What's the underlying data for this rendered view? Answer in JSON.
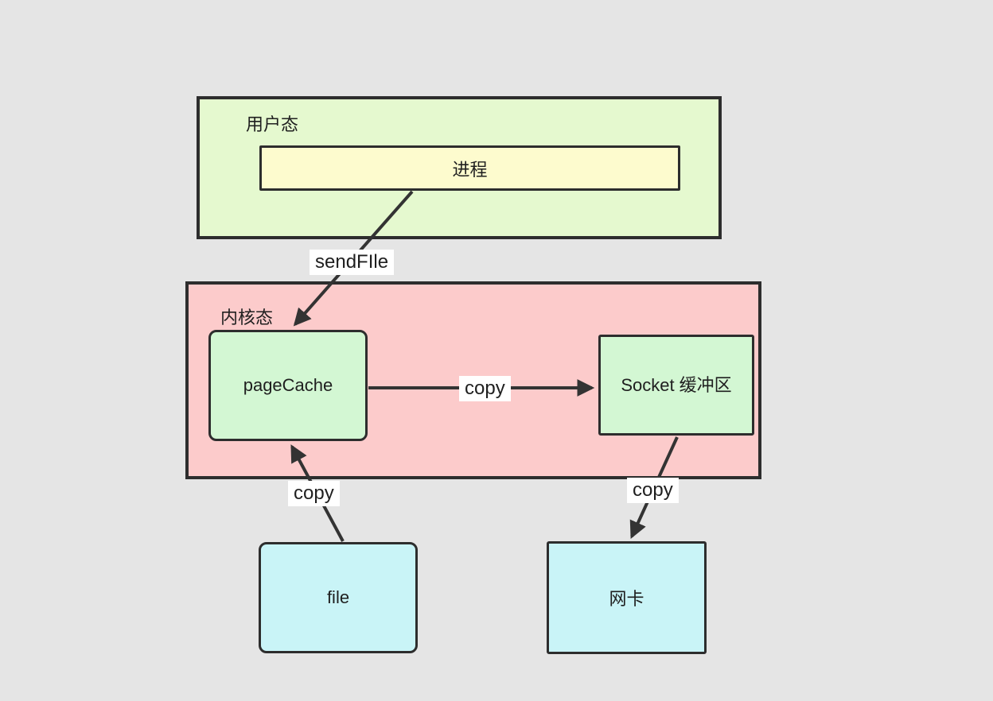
{
  "diagram": {
    "title_concept": "sendFile kernel copy flow",
    "colors": {
      "background": "#e5e5e5",
      "border": "#2d2d2d",
      "arrow": "#333333",
      "user_zone_fill": "#e5f9cf",
      "process_fill": "#fdfbce",
      "kernel_zone_fill": "#fccbcb",
      "cache_fill": "#d3f7d3",
      "device_fill": "#c9f4f7",
      "edge_label_bg": "#ffffff",
      "text": "#1f1f1f"
    },
    "zones": {
      "user": {
        "label": "用户态"
      },
      "kernel": {
        "label": "内核态"
      }
    },
    "nodes": {
      "process": {
        "label": "进程"
      },
      "page_cache": {
        "label": "pageCache"
      },
      "socket_buffer": {
        "label": "Socket 缓冲区"
      },
      "file": {
        "label": "file"
      },
      "nic": {
        "label": "网卡"
      }
    },
    "edges": {
      "process_to_pagecache": {
        "label": "sendFIle",
        "from": "进程",
        "to": "pageCache"
      },
      "pagecache_to_socket": {
        "label": "copy",
        "from": "pageCache",
        "to": "Socket 缓冲区"
      },
      "file_to_pagecache": {
        "label": "copy",
        "from": "file",
        "to": "pageCache"
      },
      "socket_to_nic": {
        "label": "copy",
        "from": "Socket 缓冲区",
        "to": "网卡"
      }
    }
  }
}
